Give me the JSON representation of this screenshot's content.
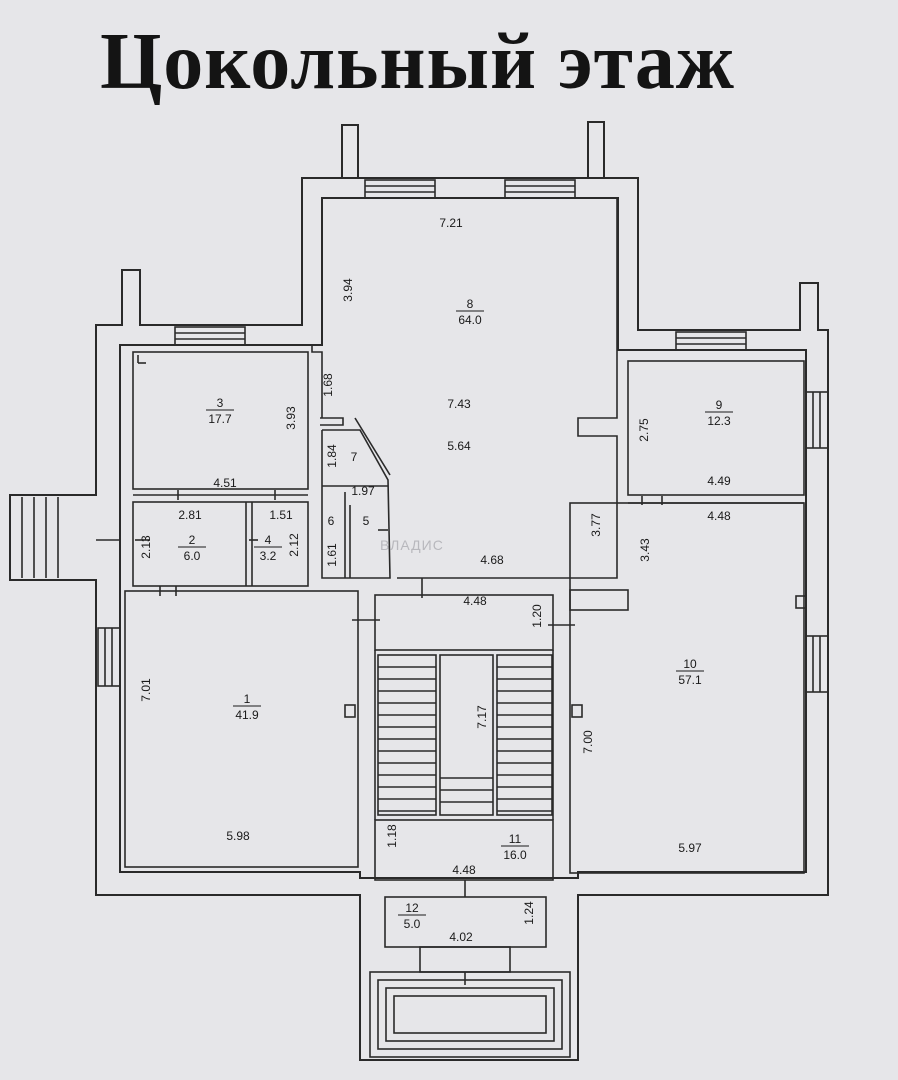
{
  "title": "Цокольный этаж",
  "rooms": [
    {
      "id": "1",
      "number": "1",
      "area": "41.9"
    },
    {
      "id": "2",
      "number": "2",
      "area": "6.0"
    },
    {
      "id": "3",
      "number": "3",
      "area": "17.7"
    },
    {
      "id": "4",
      "number": "4",
      "area": "3.2"
    },
    {
      "id": "5",
      "number": "5",
      "area": ""
    },
    {
      "id": "6",
      "number": "6",
      "area": ""
    },
    {
      "id": "7",
      "number": "7",
      "area": ""
    },
    {
      "id": "8",
      "number": "8",
      "area": "64.0"
    },
    {
      "id": "9",
      "number": "9",
      "area": "12.3"
    },
    {
      "id": "10",
      "number": "10",
      "area": "57.1"
    },
    {
      "id": "11",
      "number": "11",
      "area": "16.0"
    },
    {
      "id": "12",
      "number": "12",
      "area": "5.0"
    }
  ],
  "dimensions": [
    {
      "id": "d1",
      "text": "7.21"
    },
    {
      "id": "d2",
      "text": "3.94"
    },
    {
      "id": "d3",
      "text": "1.68"
    },
    {
      "id": "d4",
      "text": "7.43"
    },
    {
      "id": "d5",
      "text": "5.64"
    },
    {
      "id": "d6",
      "text": "3.77"
    },
    {
      "id": "d7",
      "text": "3.93"
    },
    {
      "id": "d8",
      "text": "4.51"
    },
    {
      "id": "d9",
      "text": "2.81"
    },
    {
      "id": "d10",
      "text": "1.51"
    },
    {
      "id": "d11",
      "text": "2.13"
    },
    {
      "id": "d12",
      "text": "2.12"
    },
    {
      "id": "d13",
      "text": "1.84"
    },
    {
      "id": "d14",
      "text": "1.97"
    },
    {
      "id": "d15",
      "text": "1.61"
    },
    {
      "id": "d16",
      "text": "4.68"
    },
    {
      "id": "d17",
      "text": "2.75"
    },
    {
      "id": "d18",
      "text": "4.49"
    },
    {
      "id": "d19",
      "text": "4.48"
    },
    {
      "id": "d20",
      "text": "3.43"
    },
    {
      "id": "d21",
      "text": "4.48"
    },
    {
      "id": "d22",
      "text": "1.20"
    },
    {
      "id": "d23",
      "text": "7.01"
    },
    {
      "id": "d24",
      "text": "7.17"
    },
    {
      "id": "d25",
      "text": "7.00"
    },
    {
      "id": "d26",
      "text": "5.98"
    },
    {
      "id": "d27",
      "text": "5.97"
    },
    {
      "id": "d28",
      "text": "1.18"
    },
    {
      "id": "d29",
      "text": "4.48"
    },
    {
      "id": "d30",
      "text": "1.24"
    },
    {
      "id": "d31",
      "text": "4.02"
    }
  ],
  "watermark": "ВЛАДИС"
}
